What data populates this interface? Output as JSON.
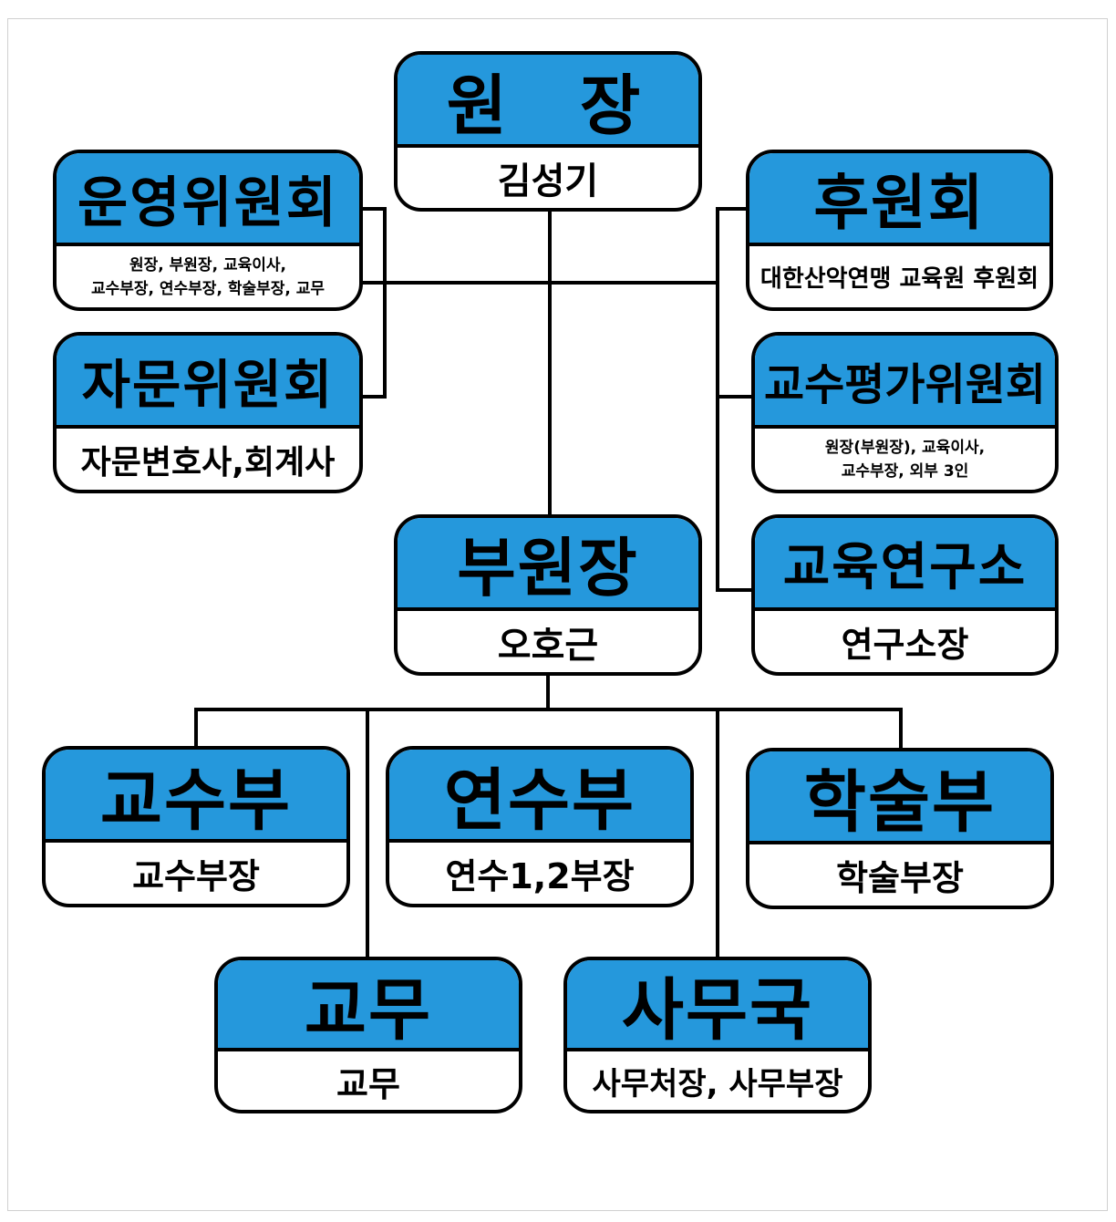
{
  "colors": {
    "header": "#2598dc",
    "border": "#000000"
  },
  "director": {
    "title": "원  장",
    "name": "김성기"
  },
  "operations_committee": {
    "title": "운영위원회",
    "line1": "원장, 부원장, 교육이사,",
    "line2": "교수부장, 연수부장, 학술부장, 교무"
  },
  "advisory_committee": {
    "title": "자문위원회",
    "members": "자문변호사,회계사"
  },
  "support_association": {
    "title": "후원회",
    "desc": "대한산악연맹 교육원 후원회"
  },
  "evaluation_committee": {
    "title": "교수평가위원회",
    "line1": "원장(부원장), 교육이사,",
    "line2": "교수부장, 외부 3인"
  },
  "research_institute": {
    "title": "교육연구소",
    "head": "연구소장"
  },
  "vice_director": {
    "title": "부원장",
    "name": "오호근"
  },
  "faculty_dept": {
    "title": "교수부",
    "head": "교수부장"
  },
  "training_dept": {
    "title": "연수부",
    "head": "연수1,2부장"
  },
  "academic_dept": {
    "title": "학술부",
    "head": "학술부장"
  },
  "academic_affairs": {
    "title": "교무",
    "head": "교무"
  },
  "secretariat": {
    "title": "사무국",
    "head": "사무처장, 사무부장"
  }
}
